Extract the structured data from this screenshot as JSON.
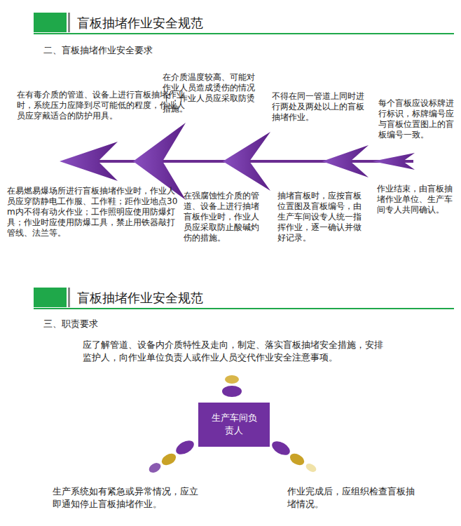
{
  "diagram": {
    "title": "盲板抽堵作业安全规范",
    "nodes": [
      {
        "text": [
          "生产车间负责人"
        ]
      }
    ],
    "edges": [],
    "labels": [
      "二、盲板抽堵作业安全要求",
      "在有毒介质的管道、设备上进行盲板抽堵作业时，系统压力应降到尽可能低的程度，作业人员应穿戴适合的防护用具。",
      "在介质温度较高、可能对作业人员造成烫伤的情况下，作业人员应采取防烫措施。",
      "不得在同一管道上同时进行两处及两处以上的盲板抽堵作业。",
      "每个盲板应设标牌进行标识，标牌编号应与盲板位置图上的盲板编号一致。",
      "在易燃易爆场所进行盲板抽堵作业时，作业人员应穿防静电工作服、工作鞋；距作业地点30 m内不得有动火作业；工作照明应使用防爆灯具；作业时应使用防爆工具，禁止用铁器敲打管线、法兰等。",
      "在强腐蚀性介质的管道、设备上进行抽堵盲板作业时，作业人员应采取防止酸碱灼伤的措施。",
      "抽堵盲板时，应按盲板位置图及盲板编号，由生产车间设专人统一指挥作业，逐一确认并做好记录。",
      "作业结束，由盲板抽堵作业单位、生产车间专人共同确认。",
      "盲板抽堵作业安全规范",
      "三、职责要求",
      "应了解管道、设备内介质特性及走向，制定、落实盲板抽堵安全措施，安排监护人，向作业单位负责人或作业人员交代作业安全注意事项。",
      "生产系统如有紧急或异常情况，应立即通知停止盲板抽堵作业。",
      "作业完成后，应组织检查盲板抽堵情况。"
    ]
  }
}
